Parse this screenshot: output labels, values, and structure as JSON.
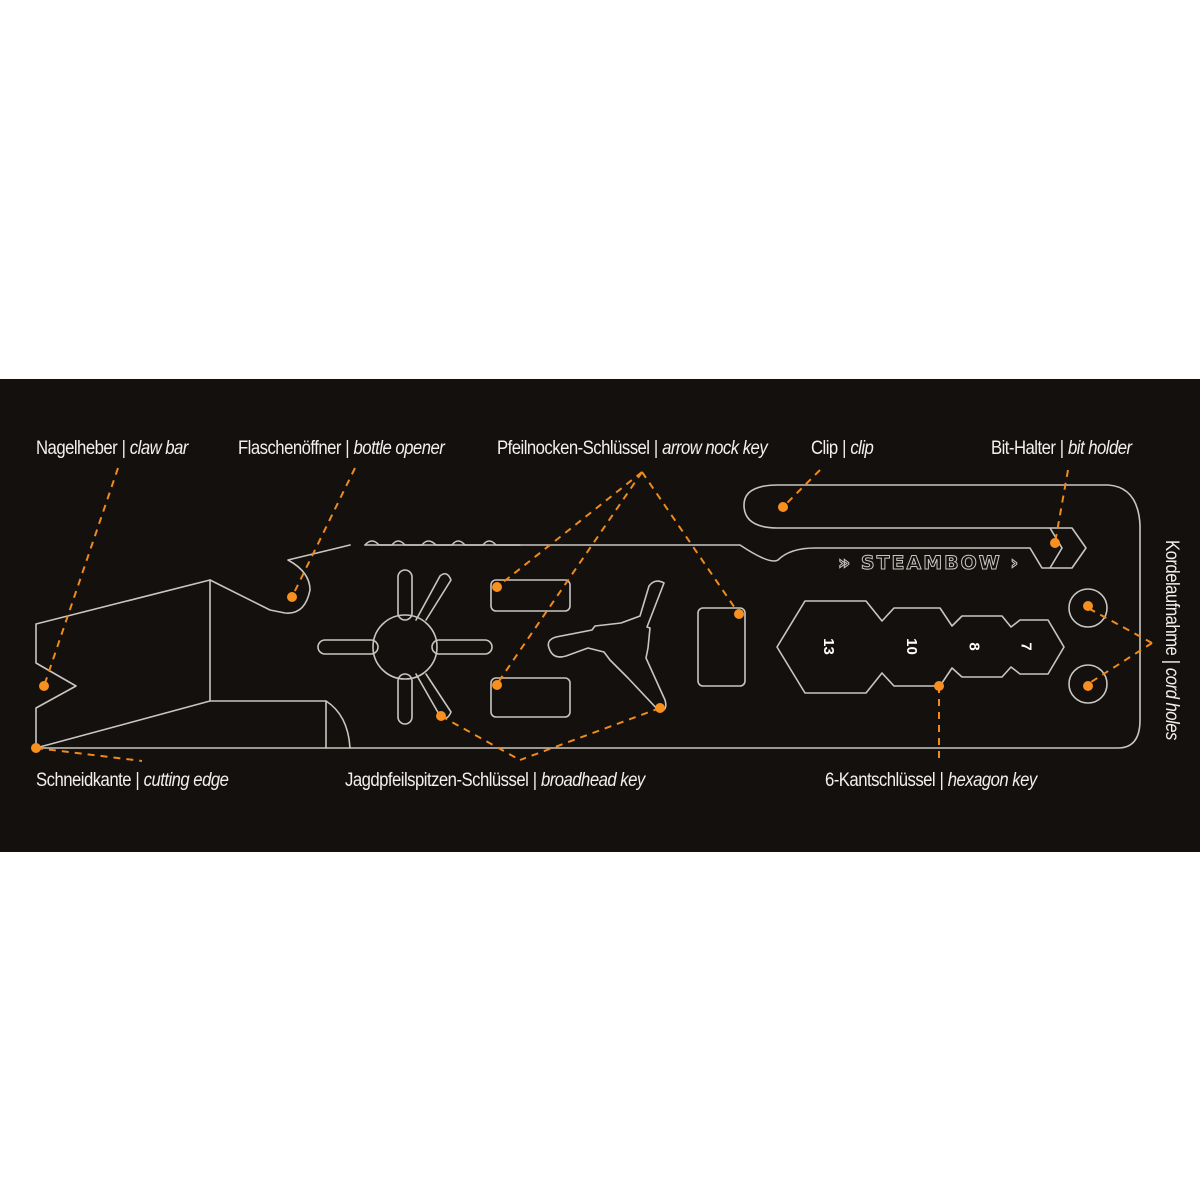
{
  "diagram": {
    "background_color": "#13100d",
    "outline_color": "#c9c6c2",
    "accent_color": "#f7901e",
    "brand": "STEAMBOW",
    "brand_prefix": "»",
    "brand_suffix": "›",
    "hex_sizes": [
      "13",
      "10",
      "8",
      "7"
    ]
  },
  "labels": {
    "claw_bar": {
      "de": "Nagelheber",
      "sep": "|",
      "en": "claw bar"
    },
    "bottle_opener": {
      "de": "Flaschenöffner",
      "sep": "|",
      "en": "bottle opener"
    },
    "arrow_nock_key": {
      "de": "Pfeilnocken-Schlüssel",
      "sep": "|",
      "en": "arrow nock key"
    },
    "clip": {
      "de": "Clip",
      "sep": "|",
      "en": "clip"
    },
    "bit_holder": {
      "de": "Bit-Halter",
      "sep": "|",
      "en": "bit holder"
    },
    "cord_holes": {
      "de": "Kordelaufnahme",
      "sep": "|",
      "en": "cord holes"
    },
    "cutting_edge": {
      "de": "Schneidkante",
      "sep": "|",
      "en": "cutting edge"
    },
    "broadhead_key": {
      "de": "Jagdpfeilspitzen-Schlüssel",
      "sep": "|",
      "en": "broadhead key"
    },
    "hexagon_key": {
      "de": "6-Kantschlüssel",
      "sep": "|",
      "en": "hexagon key"
    }
  }
}
